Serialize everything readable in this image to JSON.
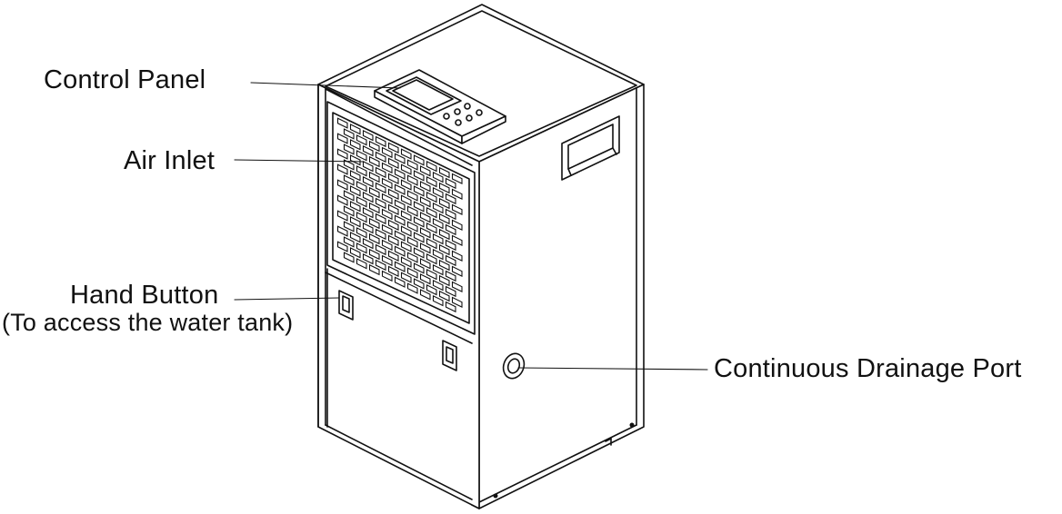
{
  "labels": {
    "control_panel": "Control Panel",
    "air_inlet": "Air Inlet",
    "hand_button": "Hand Button",
    "hand_button_note": "(To access the water tank)",
    "continuous_drainage_port": "Continuous Drainage Port"
  },
  "colors": {
    "line": "#111111",
    "background": "#ffffff"
  }
}
